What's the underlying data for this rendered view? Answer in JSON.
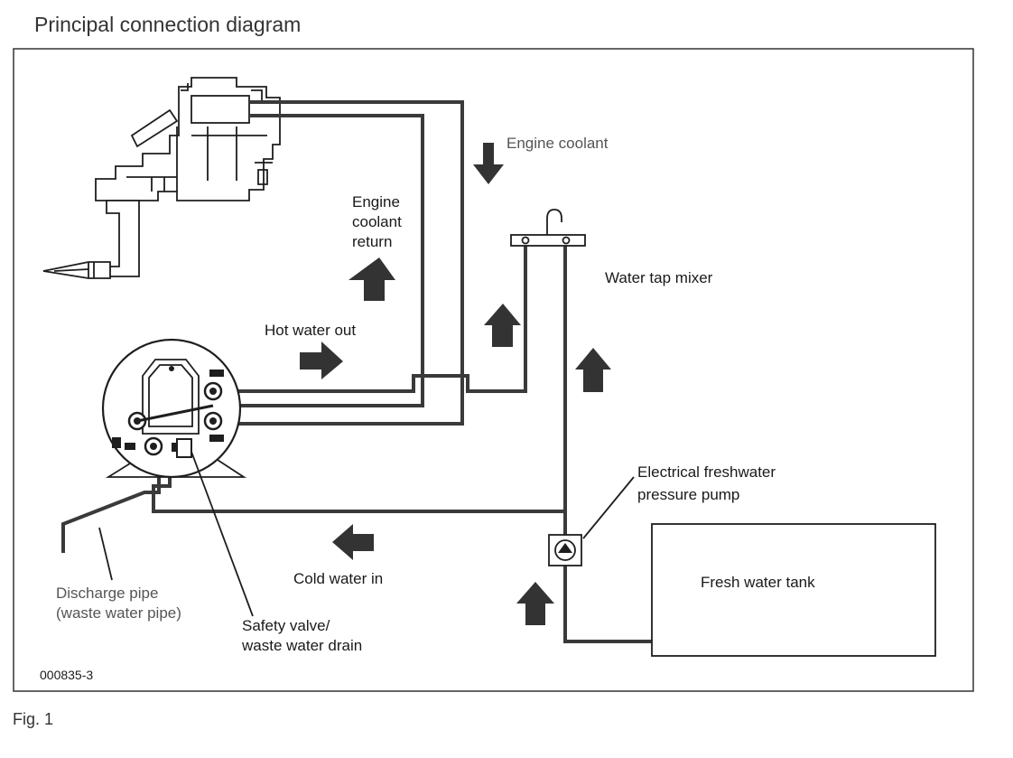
{
  "title": "Principal connection diagram",
  "caption": "Fig. 1",
  "figure_id": "000835-3",
  "labels": {
    "engine_coolant": "Engine coolant",
    "engine_coolant_return": [
      "Engine",
      "coolant",
      "return"
    ],
    "hot_water_out": "Hot water out",
    "water_tap_mixer": "Water tap mixer",
    "electrical_pump": [
      "Electrical freshwater",
      "pressure pump"
    ],
    "cold_water_in": "Cold water in",
    "fresh_water_tank": "Fresh water tank",
    "discharge_pipe": [
      "Discharge pipe",
      "(waste water pipe)"
    ],
    "safety_valve": [
      "Safety valve/",
      "waste water drain"
    ]
  },
  "components": [
    "engine",
    "water-heater",
    "water-tap-mixer",
    "freshwater-pressure-pump",
    "fresh-water-tank"
  ],
  "icons": {
    "flow_arrow": "thick-block-arrow",
    "pump_symbol": "circle-with-triangle"
  },
  "colors": {
    "pipe": "#3a3a3a",
    "outline": "#1e1e1e",
    "arrow": "#333333",
    "text": "#1a1a1a",
    "muted_text": "#555555",
    "background": "#ffffff"
  }
}
